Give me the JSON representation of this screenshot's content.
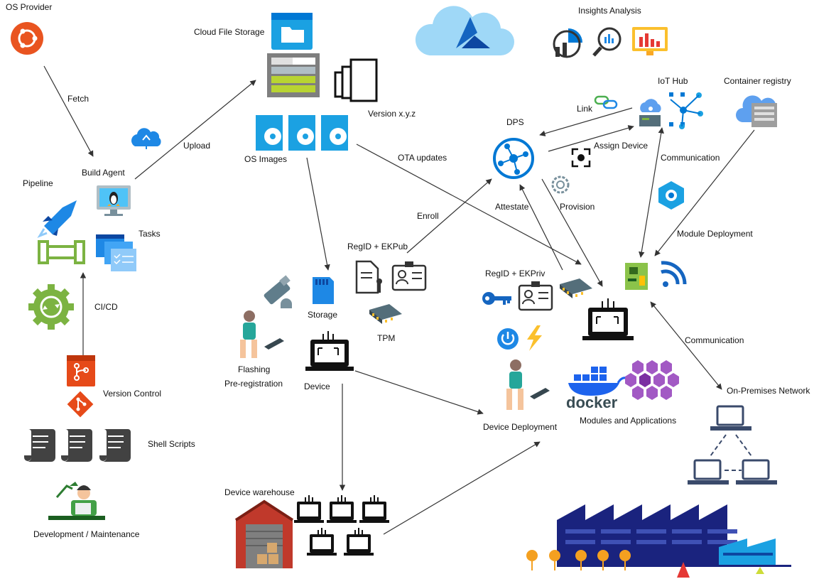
{
  "labels": {
    "os_provider": "OS Provider",
    "fetch": "Fetch",
    "build_agent": "Build Agent",
    "pipeline": "Pipeline",
    "tasks": "Tasks",
    "cicd": "CI/CD",
    "version_control": "Version Control",
    "shell_scripts": "Shell Scripts",
    "development": "Development / Maintenance",
    "upload": "Upload",
    "cloud_file_storage": "Cloud File Storage",
    "version": "Version x.y.z",
    "os_images": "OS Images",
    "ota_updates": "OTA updates",
    "storage": "Storage",
    "flashing": "Flashing",
    "pre_registration": "Pre-registration",
    "device": "Device",
    "regid_ekpub": "RegID + EKPub",
    "tpm": "TPM",
    "enroll": "Enroll",
    "device_warehouse": "Device warehouse",
    "insights_analysis": "Insights Analysis",
    "iot_hub": "IoT Hub",
    "container_registry": "Container registry",
    "link": "Link",
    "dps": "DPS",
    "assign_device": "Assign Device",
    "communication_top": "Communication",
    "attestate": "Attestate",
    "provision": "Provision",
    "module_deployment": "Module Deployment",
    "regid_ekpriv": "RegID + EKPriv",
    "communication_right": "Communication",
    "on_premises": "On-Premises Network",
    "device_deployment": "Device Deployment",
    "modules_apps": "Modules and Applications",
    "docker": "docker"
  },
  "colors": {
    "ubuntu_orange": "#e95420",
    "azure_blue": "#0078d4",
    "light_blue": "#1ba1e2",
    "factory_blue": "#1a237e",
    "tree_orange": "#f4a020",
    "green_gear": "#6b9e1f",
    "git_red": "#e64a19",
    "linux_blue": "#4fc3f7"
  }
}
